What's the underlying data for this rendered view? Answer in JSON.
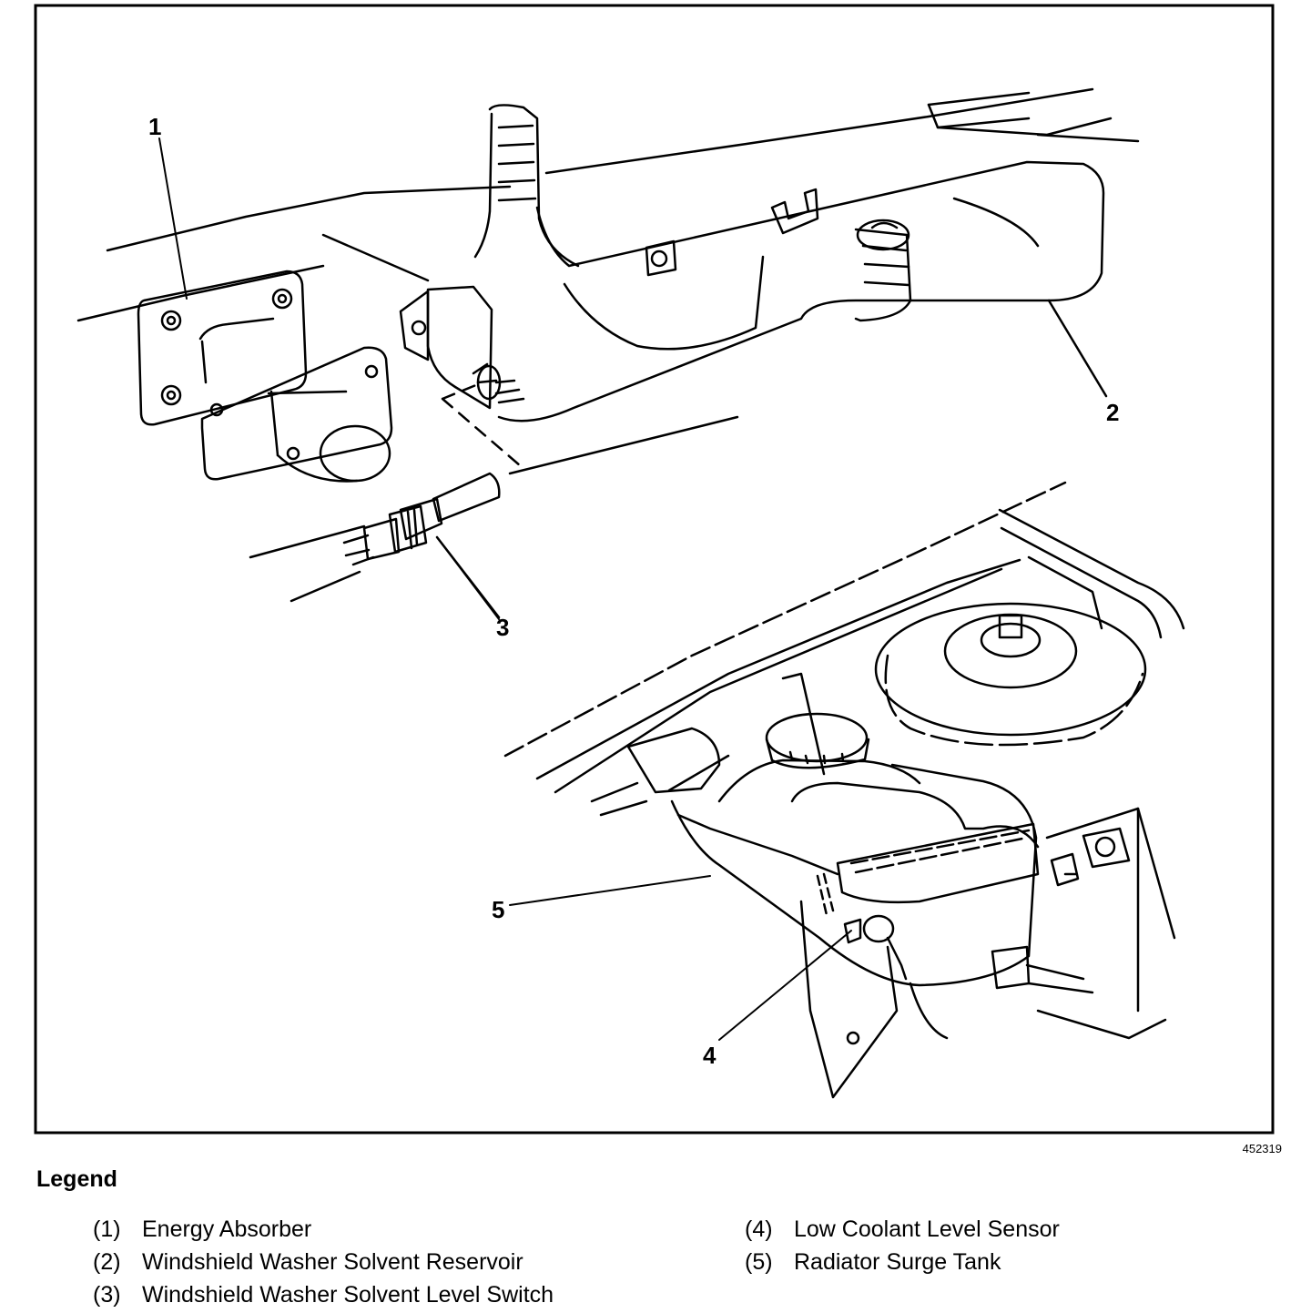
{
  "figure": {
    "id": "452319",
    "callouts": [
      "1",
      "2",
      "3",
      "4",
      "5"
    ]
  },
  "legend": {
    "title": "Legend",
    "items": [
      {
        "num": "(1)",
        "label": "Energy Absorber"
      },
      {
        "num": "(2)",
        "label": "Windshield Washer Solvent Reservoir"
      },
      {
        "num": "(3)",
        "label": "Windshield Washer Solvent Level Switch"
      },
      {
        "num": "(4)",
        "label": "Low Coolant Level Sensor"
      },
      {
        "num": "(5)",
        "label": "Radiator Surge Tank"
      }
    ]
  }
}
